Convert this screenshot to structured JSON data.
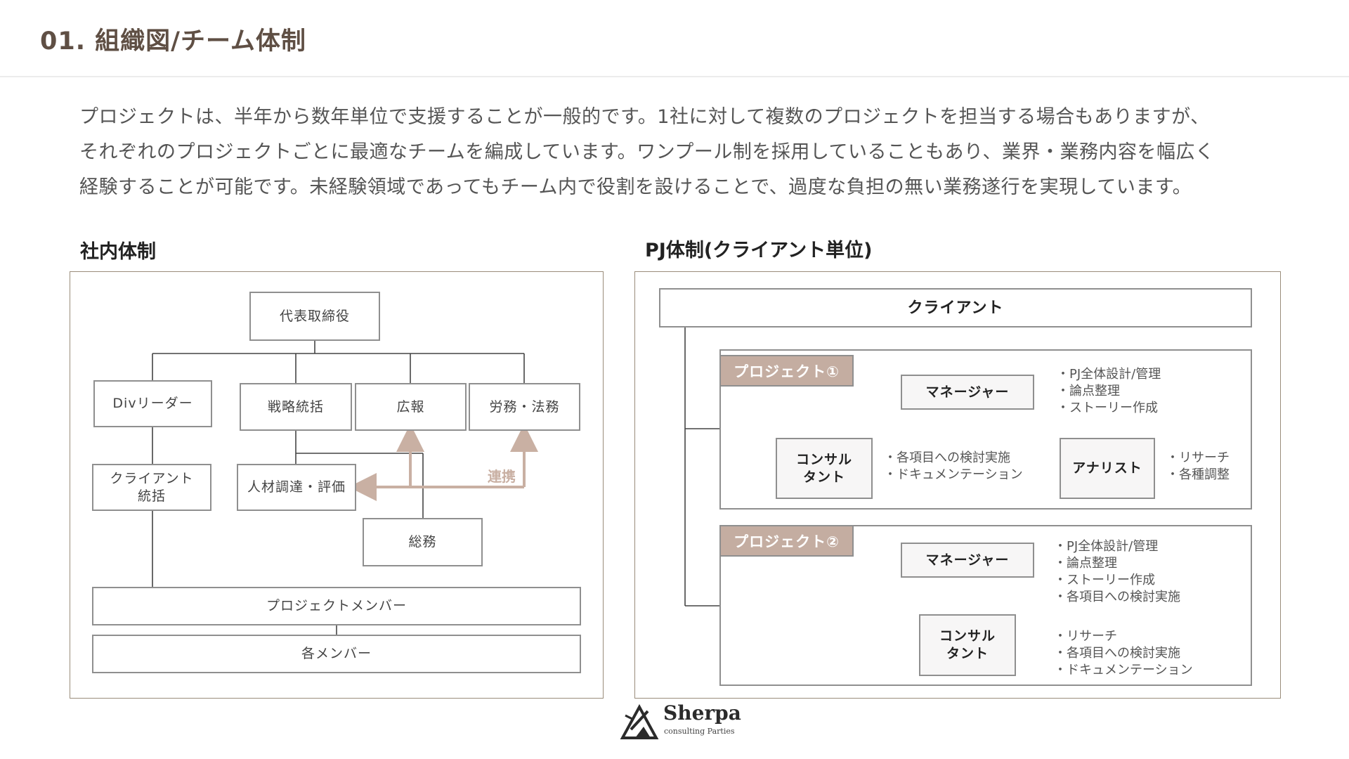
{
  "header": {
    "title": "01. 組織図/チーム体制"
  },
  "intro": {
    "lines": [
      "プロジェクトは、半年から数年単位で支援することが一般的です。1社に対して複数のプロジェクトを担当する場合もありますが、",
      "それぞれのプロジェクトごとに最適なチームを編成しています。ワンプール制を採用していることもあり、業界・業務内容を幅広く",
      "経験することが可能です。未経験領域であってもチーム内で役割を設けることで、過度な負担の無い業務遂行を実現しています。"
    ]
  },
  "internal": {
    "heading": "社内体制",
    "ceo": "代表取締役",
    "div_leader": "Divリーダー",
    "strategy": "戦略統括",
    "pr": "広報",
    "labor_legal": "労務・法務",
    "client_lead_1": "クライアント",
    "client_lead_2": "統括",
    "hr": "人材調達・評価",
    "general_affairs": "総務",
    "collab_label": "連携",
    "project_members": "プロジェクトメンバー",
    "each_member": "各メンバー"
  },
  "pj": {
    "heading": "PJ体制(クライアント単位)",
    "client": "クライアント",
    "project1": {
      "tag": "プロジェクト①",
      "manager": "マネージャー",
      "manager_notes": [
        "・PJ全体設計/管理",
        "・論点整理",
        "・ストーリー作成"
      ],
      "consultant_1": "コンサル",
      "consultant_2": "タント",
      "consultant_notes": [
        "・各項目への検討実施",
        "・ドキュメンテーション"
      ],
      "analyst": "アナリスト",
      "analyst_notes": [
        "・リサーチ",
        "・各種調整"
      ]
    },
    "project2": {
      "tag": "プロジェクト②",
      "manager": "マネージャー",
      "manager_notes": [
        "・PJ全体設計/管理",
        "・論点整理",
        "・ストーリー作成",
        "・各項目への検討実施"
      ],
      "consultant_1": "コンサル",
      "consultant_2": "タント",
      "consultant_notes": [
        "・リサーチ",
        "・各項目への検討実施",
        "・ドキュメンテーション"
      ]
    }
  },
  "logo": {
    "name": "Sherpa",
    "sub": "consulting Parties"
  },
  "colors": {
    "title": "#5f4f44",
    "accent": "#c4ada1",
    "frame": "#9a8c7a"
  }
}
